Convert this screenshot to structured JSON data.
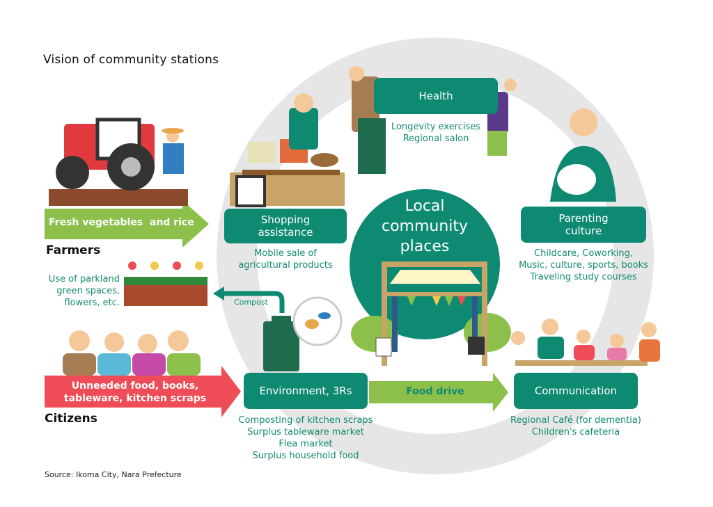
{
  "title": "Vision of community stations",
  "center": {
    "lines": [
      "Local",
      "community",
      "places"
    ]
  },
  "health": {
    "label": "Health",
    "items": [
      "Longevity exercises",
      "Regional salon"
    ]
  },
  "shopping": {
    "label_lines": [
      "Shopping",
      "assistance"
    ],
    "items": [
      "Mobile sale of",
      "agricultural products"
    ]
  },
  "parenting": {
    "label_lines": [
      "Parenting",
      "culture"
    ],
    "items": [
      "Childcare, Coworking,",
      "Music, culture, sports, books",
      "Traveling study courses"
    ]
  },
  "environment": {
    "label": "Environment, 3Rs",
    "items": [
      "Composting of kitchen scraps",
      "Surplus tableware market",
      "Flea market",
      "Surplus household food"
    ]
  },
  "communication": {
    "label": "Communication",
    "items": [
      "Regional Café (for dementia)",
      "Children's cafeteria"
    ]
  },
  "farmers": {
    "heading": "Farmers",
    "arrow_label": "Fresh vegetables  and rice"
  },
  "citizens": {
    "heading": "Citizens",
    "arrow_lines": [
      "Unneeded food, books,",
      "tableware, kitchen scraps"
    ]
  },
  "parkland": {
    "lines": [
      "Use of parkland",
      "green spaces,",
      "flowers, etc."
    ]
  },
  "compost_label": "Compost",
  "food_drive_label": "Food drive",
  "source": "Source: Ikoma City, Nara Prefecture",
  "colors": {
    "teal": "#0e8a72",
    "light_green": "#8cc04b",
    "red": "#ee4d57",
    "ring_gray": "#e6e6e6"
  }
}
